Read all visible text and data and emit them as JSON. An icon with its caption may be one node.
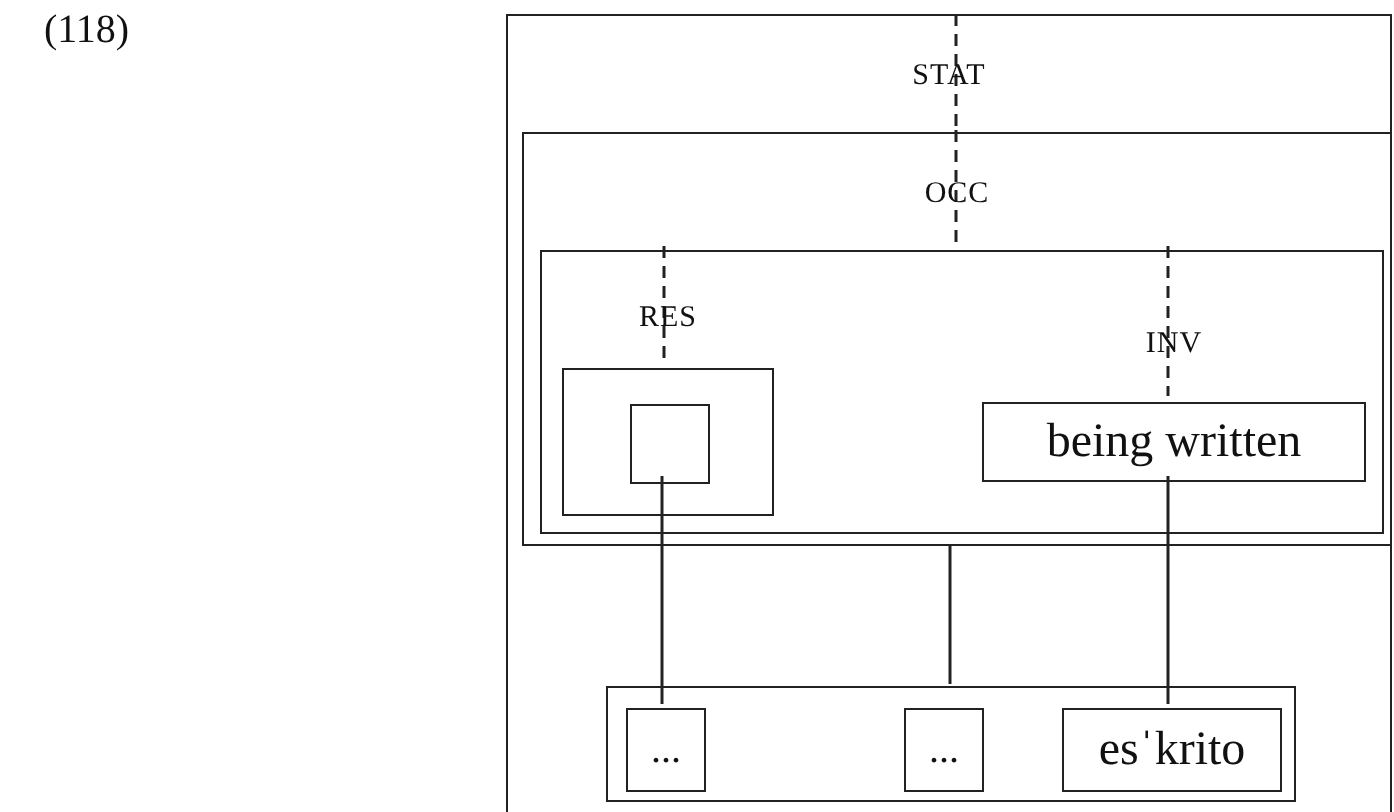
{
  "diagram": {
    "nodes": [
      {
        "text": [
          "STAT"
        ]
      },
      {
        "text": [
          "OCC"
        ],
        "in": 0
      },
      {
        "text": [],
        "shape": "box",
        "in": 1
      },
      {
        "text": [
          "RES"
        ],
        "in": 2
      },
      {
        "text": [],
        "shape": "box",
        "in": 3
      },
      {
        "text": [
          "INV",
          "being written"
        ],
        "in": 2
      },
      {
        "text": [],
        "shape": "box",
        "in": 0
      },
      {
        "text": [
          "..."
        ],
        "in": 6
      },
      {
        "text": [
          "..."
        ],
        "in": 6
      },
      {
        "text": [
          "esˈkrito"
        ],
        "in": 6
      }
    ],
    "edges": [
      {
        "from": 0,
        "to": 1,
        "arrow": "none",
        "style": "dashed"
      },
      {
        "from": 1,
        "to": 2,
        "arrow": "none",
        "style": "dashed"
      },
      {
        "from": 2,
        "to": 3,
        "arrow": "none",
        "style": "dashed"
      },
      {
        "from": 2,
        "to": 5,
        "arrow": "none",
        "style": "dashed"
      },
      {
        "from": 4,
        "to": 7,
        "arrow": "none"
      },
      {
        "from": 1,
        "to": 8,
        "arrow": "none"
      },
      {
        "from": 5,
        "to": 9,
        "arrow": "none"
      }
    ],
    "labels": [
      "(118)"
    ]
  }
}
